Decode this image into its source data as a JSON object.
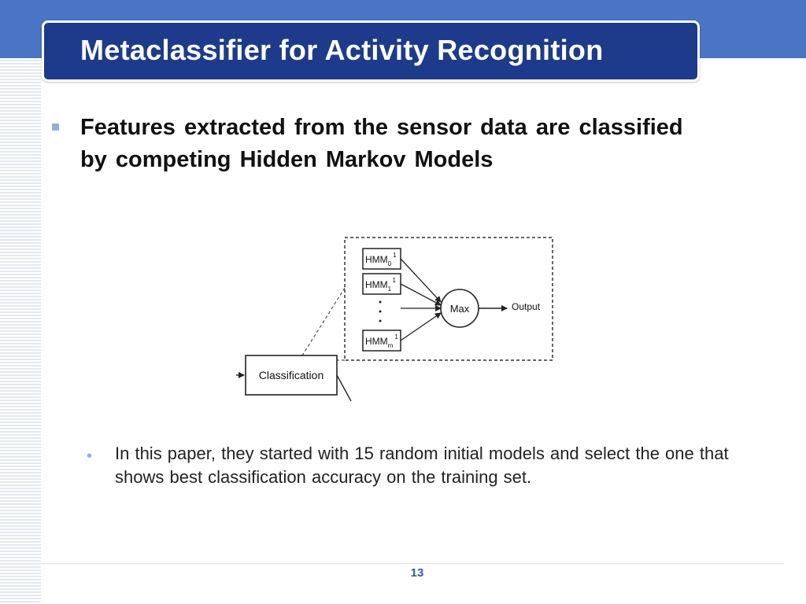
{
  "slide": {
    "title": "Metaclassifier for Activity Recognition",
    "bullet": "Features extracted from the sensor data are classified by competing Hidden Markov Models",
    "sub_bullet": "In this paper, they started with 15 random initial models and select the one that shows best classification accuracy on the training set.",
    "page_number": "13"
  },
  "diagram": {
    "hmm_boxes": [
      {
        "base": "HMM",
        "sub": "0",
        "sup": "1"
      },
      {
        "base": "HMM",
        "sub": "1",
        "sup": "1"
      },
      {
        "base": "HMM",
        "sub": "m",
        "sup": "1"
      }
    ],
    "max_label": "Max",
    "output_label": "Output",
    "classification_label": "Classification"
  },
  "colors": {
    "title_bar": "#1e3b8b",
    "top_band": "#4a74c4",
    "bullet_accent": "#8fb0dd",
    "page_number": "#2e59b0"
  }
}
